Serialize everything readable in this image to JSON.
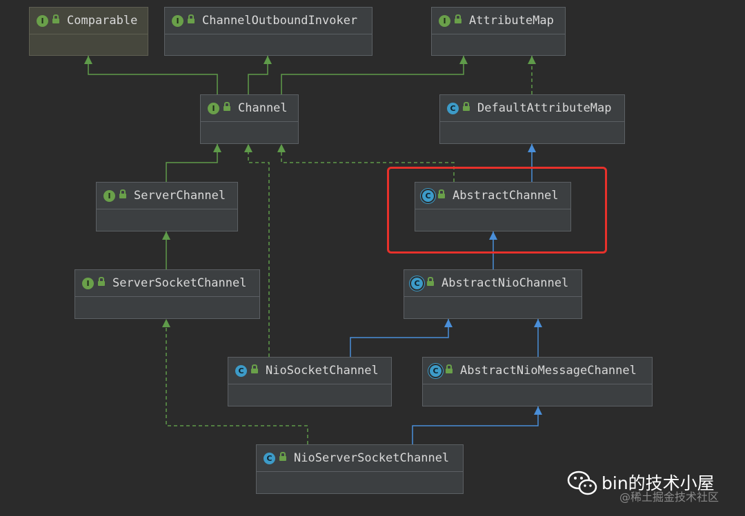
{
  "diagram": {
    "nodes": [
      {
        "id": "comparable",
        "kind": "I",
        "name": "Comparable",
        "external": true
      },
      {
        "id": "channel-outbound-invoker",
        "kind": "I",
        "name": "ChannelOutboundInvoker"
      },
      {
        "id": "attribute-map",
        "kind": "I",
        "name": "AttributeMap"
      },
      {
        "id": "channel",
        "kind": "I",
        "name": "Channel"
      },
      {
        "id": "default-attribute-map",
        "kind": "C",
        "name": "DefaultAttributeMap"
      },
      {
        "id": "server-channel",
        "kind": "I",
        "name": "ServerChannel"
      },
      {
        "id": "abstract-channel",
        "kind": "A",
        "name": "AbstractChannel"
      },
      {
        "id": "server-socket-channel",
        "kind": "I",
        "name": "ServerSocketChannel"
      },
      {
        "id": "abstract-nio-channel",
        "kind": "A",
        "name": "AbstractNioChannel"
      },
      {
        "id": "nio-socket-channel",
        "kind": "C",
        "name": "NioSocketChannel"
      },
      {
        "id": "abstract-nio-message-channel",
        "kind": "A",
        "name": "AbstractNioMessageChannel"
      },
      {
        "id": "nio-server-socket-channel",
        "kind": "C",
        "name": "NioServerSocketChannel"
      }
    ],
    "edges": [
      {
        "from": "channel",
        "to": "comparable",
        "type": "extends-interface"
      },
      {
        "from": "channel",
        "to": "channel-outbound-invoker",
        "type": "extends-interface"
      },
      {
        "from": "channel",
        "to": "attribute-map",
        "type": "extends-interface"
      },
      {
        "from": "default-attribute-map",
        "to": "attribute-map",
        "type": "implements"
      },
      {
        "from": "server-channel",
        "to": "channel",
        "type": "extends-interface"
      },
      {
        "from": "abstract-channel",
        "to": "default-attribute-map",
        "type": "extends-class"
      },
      {
        "from": "abstract-channel",
        "to": "channel",
        "type": "implements"
      },
      {
        "from": "server-socket-channel",
        "to": "server-channel",
        "type": "extends-interface"
      },
      {
        "from": "abstract-nio-channel",
        "to": "abstract-channel",
        "type": "extends-class"
      },
      {
        "from": "nio-socket-channel",
        "to": "abstract-nio-channel",
        "type": "extends-class"
      },
      {
        "from": "nio-socket-channel",
        "to": "channel",
        "type": "implements"
      },
      {
        "from": "abstract-nio-message-channel",
        "to": "abstract-nio-channel",
        "type": "extends-class"
      },
      {
        "from": "nio-server-socket-channel",
        "to": "abstract-nio-message-channel",
        "type": "extends-class"
      },
      {
        "from": "nio-server-socket-channel",
        "to": "server-socket-channel",
        "type": "implements"
      }
    ],
    "highlighted": "abstract-channel"
  },
  "colors": {
    "background": "#2b2b2b",
    "interface_edge": "#5f9b4a",
    "class_edge": "#4a8fd9",
    "highlight": "#e8312b"
  },
  "watermark": {
    "title": "bin的技术小屋",
    "subtitle": "@稀土掘金技术社区",
    "icon": "wechat-icon"
  }
}
